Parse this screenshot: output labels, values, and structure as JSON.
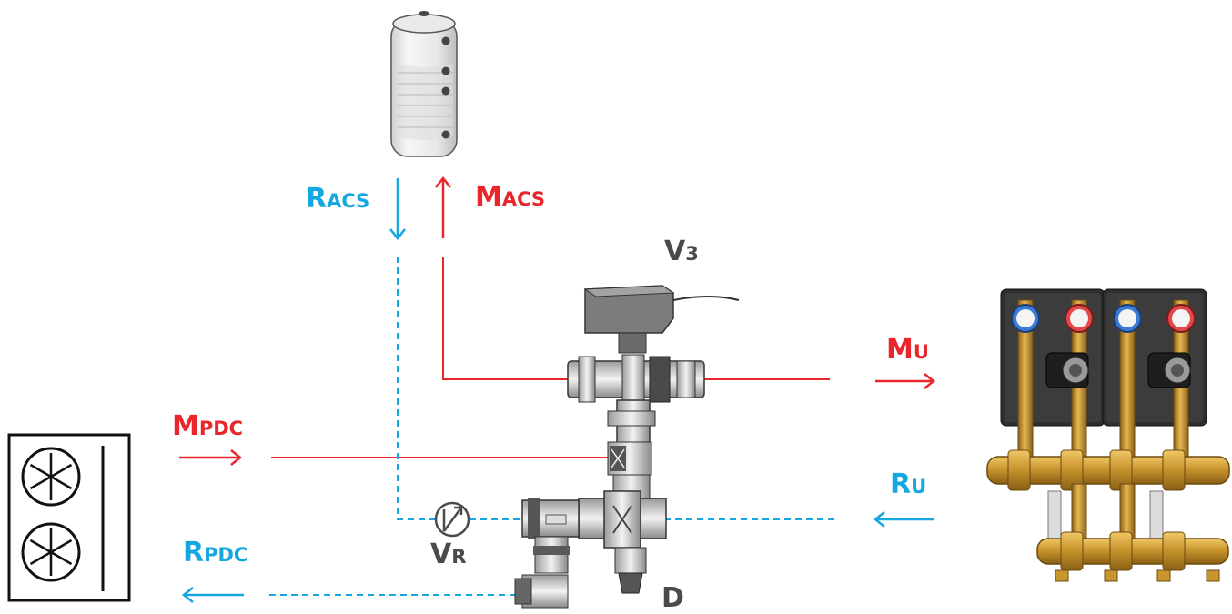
{
  "labels": {
    "r_acs": {
      "main": "R",
      "sub": "ACS"
    },
    "m_acs": {
      "main": "M",
      "sub": "ACS"
    },
    "v3": {
      "main": "V",
      "sub": "3"
    },
    "m_u": {
      "main": "M",
      "sub": "U"
    },
    "r_u": {
      "main": "R",
      "sub": "U"
    },
    "m_pdc": {
      "main": "M",
      "sub": "PDC"
    },
    "r_pdc": {
      "main": "R",
      "sub": "PDC"
    },
    "v_r": {
      "main": "V",
      "sub": "R"
    },
    "d": {
      "main": "D"
    }
  },
  "colors": {
    "flow_red": "#e8262b",
    "return_blue": "#14a7e0",
    "label_grey": "#4a4a4a",
    "brass": "#c9962e",
    "valve_grey": "#8a8a8a"
  },
  "icons": {
    "heat_pump": "heat-pump-unit-icon",
    "tank": "hot-water-tank-icon",
    "three_way_valve": "three-way-valve-icon",
    "flow_meter": "flow-meter-icon",
    "pump_groups": "pump-group-manifold-icon"
  }
}
